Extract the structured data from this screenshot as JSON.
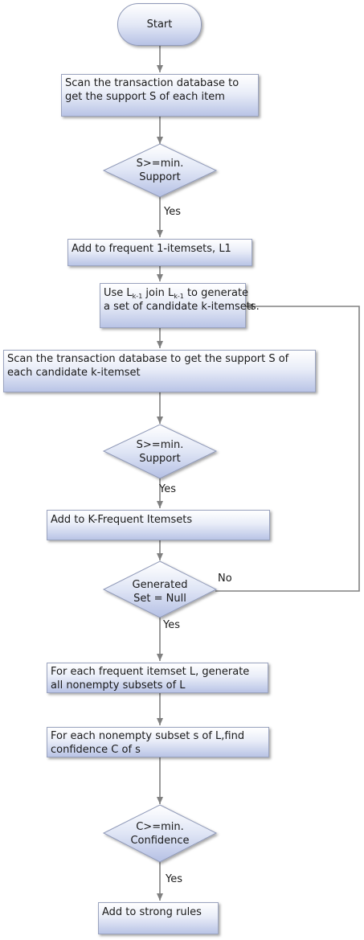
{
  "start": "Start",
  "steps": {
    "scan_items": [
      "Scan the transaction database to",
      "get the support S of each item"
    ],
    "add_l1": "Add to frequent 1-itemsets, L1",
    "join": {
      "use": "Use L",
      "sub1": "k-1",
      "join_word": " join L",
      "sub2": "k-1",
      "to_generate": " to generate",
      "line2": "a set of candidate k-itemsets."
    },
    "scan_candidates": [
      "Scan the transaction database to get the support S of",
      "each candidate k-itemset"
    ],
    "add_k": "Add to K-Frequent Itemsets",
    "subsets": [
      "For each frequent itemset L, generate",
      "all nonempty subsets of L"
    ],
    "confidence_calc": [
      "For each nonempty subset s of L,find",
      "confidence C of s"
    ],
    "strong_rules": "Add to strong rules"
  },
  "decisions": {
    "support1": [
      "S>=min.",
      "Support"
    ],
    "support2": [
      "S>=min.",
      "Support"
    ],
    "null_check": [
      "Generated",
      "Set = Null"
    ],
    "confidence": [
      "C>=min.",
      "Confidence"
    ]
  },
  "labels": {
    "yes1": "Yes",
    "yes2": "Yes",
    "yes3": "Yes",
    "no": "No",
    "yes4": "Yes"
  }
}
